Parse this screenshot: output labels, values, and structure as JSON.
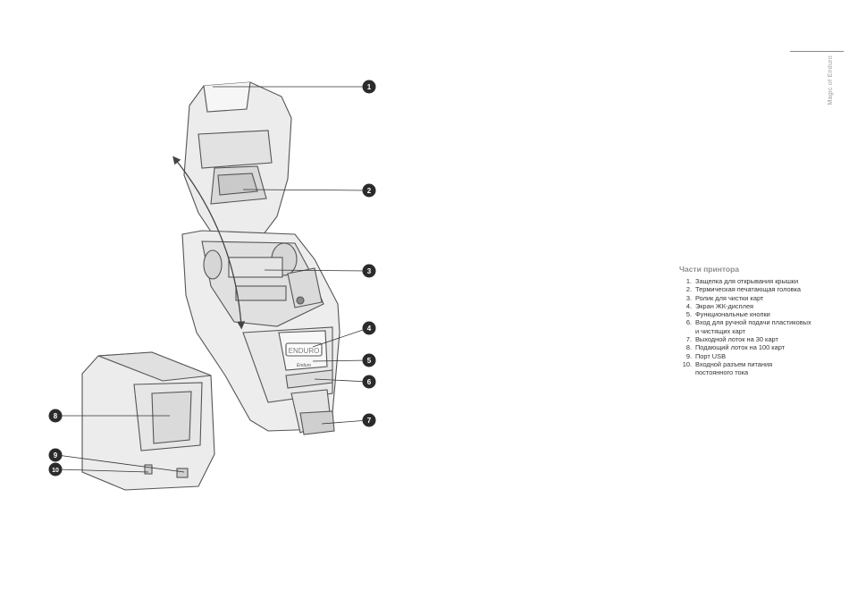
{
  "side_label": "Magic of Enduro",
  "legend": {
    "title": "Части принтора",
    "items": [
      {
        "num": "1.",
        "text": "Защелка для открывания крышки"
      },
      {
        "num": "2.",
        "text": "Термическая печатающая головка"
      },
      {
        "num": "3.",
        "text": "Ролик для чистки карт"
      },
      {
        "num": "4.",
        "text": "Экран ЖК-дисплея"
      },
      {
        "num": "5.",
        "text": "Функциональные кнопки"
      },
      {
        "num": "6.",
        "text": "Вход для ручной подачи пластиковых",
        "cont": "и чистящих карт"
      },
      {
        "num": "7.",
        "text": "Выходной лоток на 30 карт"
      },
      {
        "num": "8.",
        "text": "Подающий лоток на 100 карт"
      },
      {
        "num": "9.",
        "text": "Порт USB"
      },
      {
        "num": "10.",
        "text": "Входной разъем питания",
        "cont": "постоянного тока"
      }
    ]
  },
  "callouts": [
    "1",
    "2",
    "3",
    "4",
    "5",
    "6",
    "7",
    "8",
    "9",
    "10"
  ],
  "device": {
    "screen_text": "ENDURO",
    "badge_text": "Enduro"
  },
  "colors": {
    "line": "#555555",
    "fill": "#efefef",
    "callout": "#2b2b2b"
  }
}
